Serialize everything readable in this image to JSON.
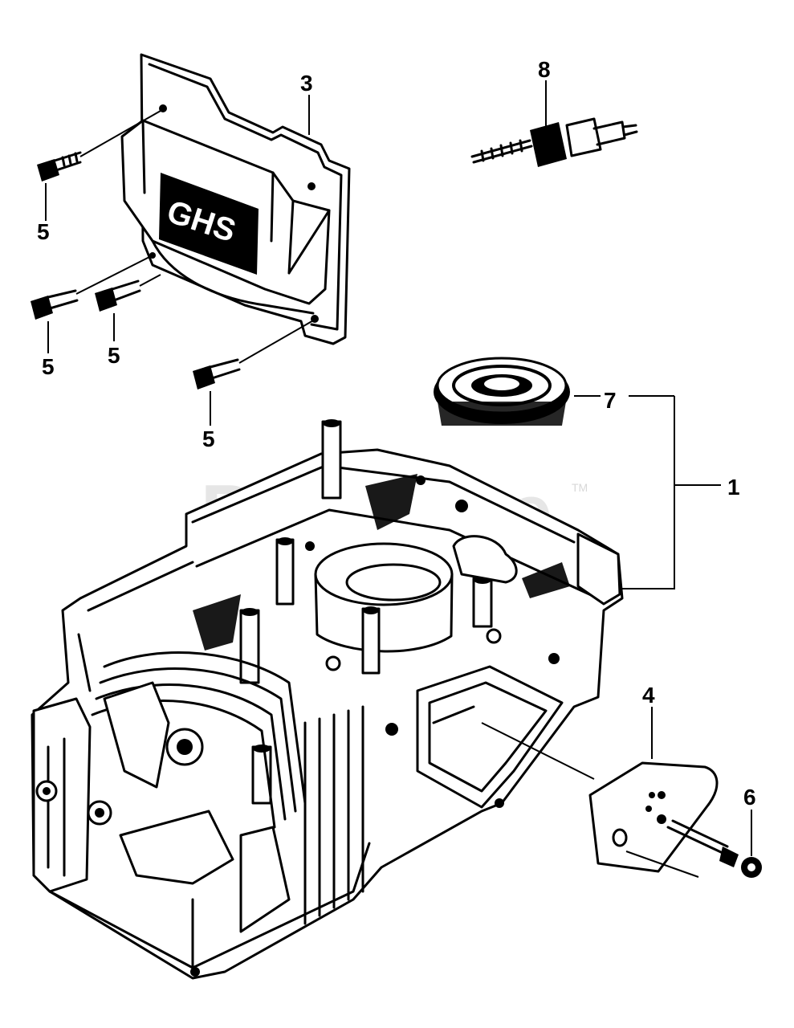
{
  "watermark": {
    "text": "PartsTree",
    "trademark": "TM"
  },
  "cover_logo": "GHS",
  "callouts": {
    "crankcase": "1",
    "valve_cover": "3",
    "baffle_plate": "4",
    "cover_bolt_a": "5",
    "cover_bolt_b": "5",
    "cover_bolt_c": "5",
    "cover_bolt_d": "5",
    "plate_screw": "6",
    "spark_plug": "8",
    "oil_seal": "7"
  }
}
